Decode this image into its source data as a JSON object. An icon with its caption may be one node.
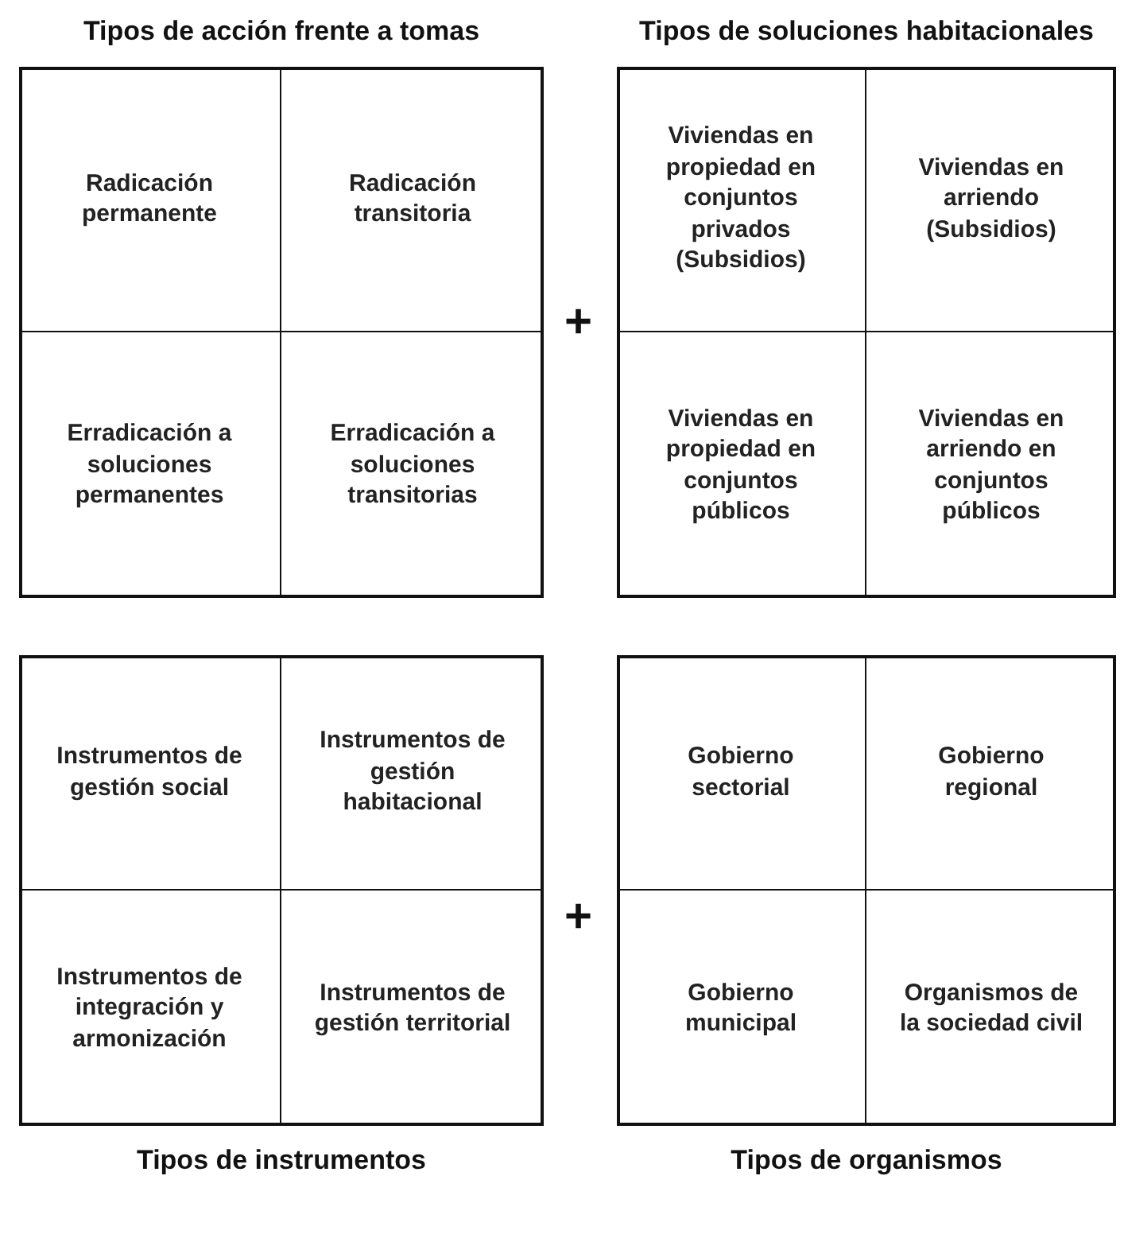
{
  "diagram": {
    "nodes": [
      {
        "text": [
          "Tipos de acción frente a tomas"
        ]
      },
      {
        "text": [
          "Radicación permanente"
        ],
        "in": 0
      },
      {
        "text": [
          "Radicación transitoria"
        ],
        "in": 0
      },
      {
        "text": [
          "Erradicación a soluciones permanentes"
        ],
        "in": 0
      },
      {
        "text": [
          "Erradicación a soluciones transitorias"
        ],
        "in": 0
      },
      {
        "text": [
          "Tipos de soluciones habitacionales"
        ]
      },
      {
        "text": [
          "Viviendas en propiedad en conjuntos privados (Subsidios)"
        ],
        "in": 5
      },
      {
        "text": [
          "Viviendas en arriendo (Subsidios)"
        ],
        "in": 5
      },
      {
        "text": [
          "Viviendas en propiedad en conjuntos públicos"
        ],
        "in": 5
      },
      {
        "text": [
          "Viviendas en arriendo en conjuntos públicos"
        ],
        "in": 5
      },
      {
        "text": [
          "Tipos de instrumentos"
        ]
      },
      {
        "text": [
          "Instrumentos de gestión social"
        ],
        "in": 10
      },
      {
        "text": [
          "Instrumentos de gestión habitacional"
        ],
        "in": 10
      },
      {
        "text": [
          "Instrumentos de integración y armonización"
        ],
        "in": 10
      },
      {
        "text": [
          "Instrumentos de gestión territorial"
        ],
        "in": 10
      },
      {
        "text": [
          "Tipos de organismos"
        ]
      },
      {
        "text": [
          "Gobierno sectorial"
        ],
        "in": 15
      },
      {
        "text": [
          "Gobierno regional"
        ],
        "in": 15
      },
      {
        "text": [
          "Gobierno municipal"
        ],
        "in": 15
      },
      {
        "text": [
          "Organismos de la sociedad civil"
        ],
        "in": 15
      }
    ],
    "labels": [
      "+",
      "+"
    ]
  }
}
